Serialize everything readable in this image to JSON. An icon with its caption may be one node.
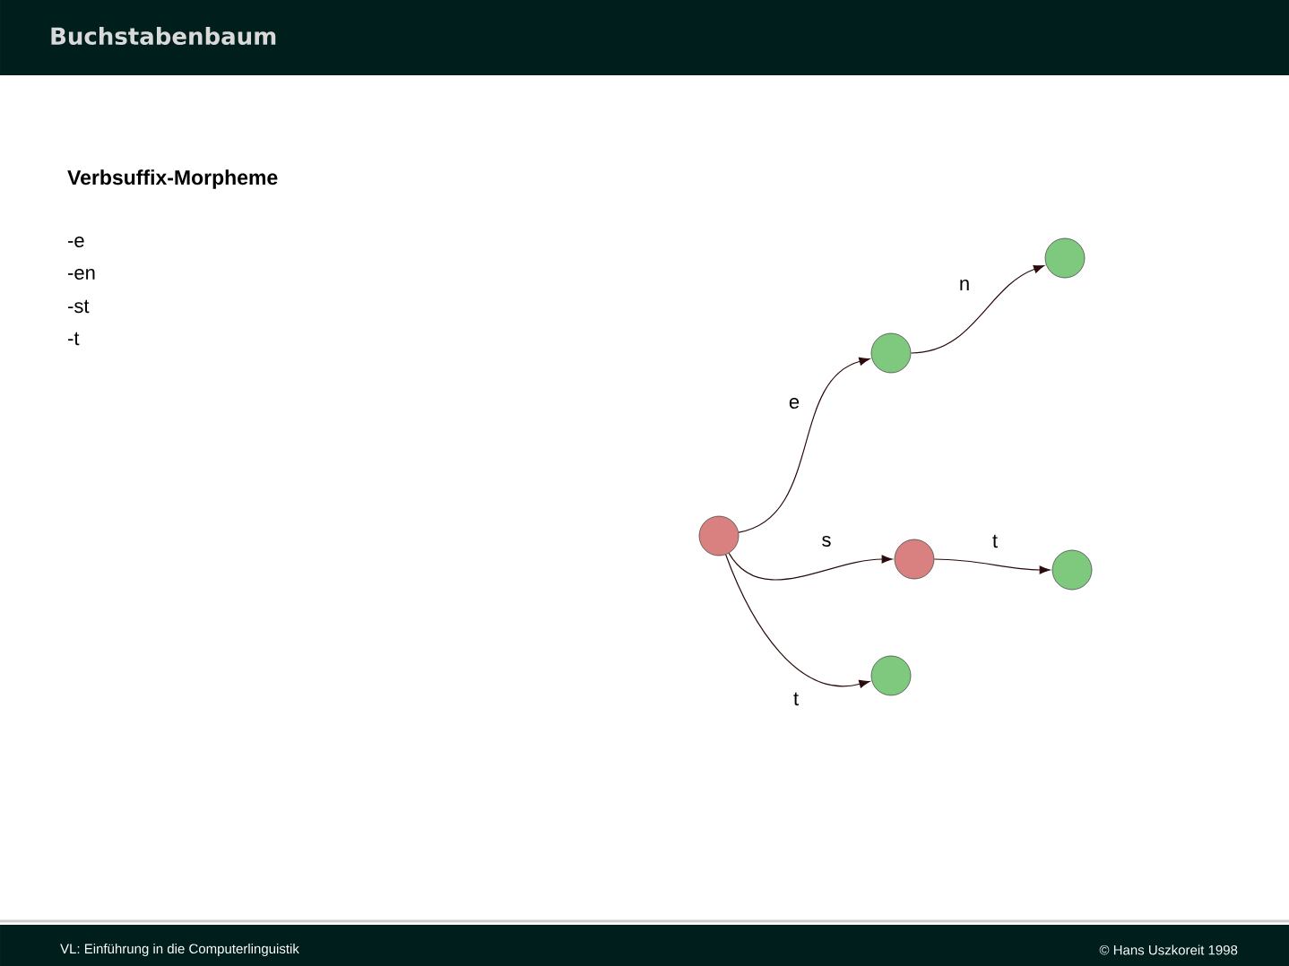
{
  "diagram": {
    "title": "Buchstabenbaum",
    "nodes": [
      {
        "text": [],
        "shape": "circle"
      },
      {
        "text": [],
        "shape": "circle"
      },
      {
        "text": [],
        "shape": "circle"
      },
      {
        "text": [],
        "shape": "circle"
      },
      {
        "text": [],
        "shape": "circle"
      },
      {
        "text": [],
        "shape": "circle"
      }
    ],
    "edges": [
      {
        "from": 0,
        "to": 1,
        "arrow": "to",
        "label": "e"
      },
      {
        "from": 1,
        "to": 2,
        "arrow": "to",
        "label": "n"
      },
      {
        "from": 0,
        "to": 3,
        "arrow": "to",
        "label": "s"
      },
      {
        "from": 3,
        "to": 4,
        "arrow": "to",
        "label": "t"
      },
      {
        "from": 0,
        "to": 5,
        "arrow": "to",
        "label": "t"
      }
    ],
    "labels": [
      "Verbsuffix-Morpheme",
      "-e",
      "-en",
      "-st",
      "-t",
      "VL: Einführung in die Computerlinguistik",
      "© Hans Uszkoreit 1998"
    ]
  }
}
